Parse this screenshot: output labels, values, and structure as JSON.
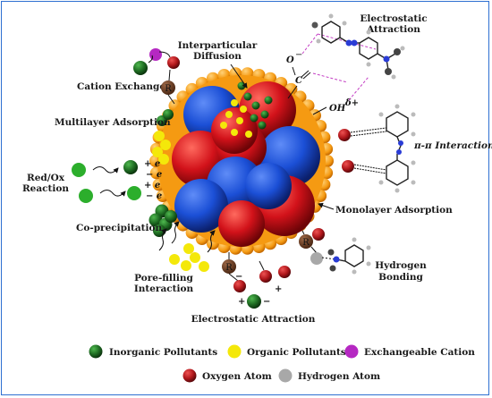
{
  "labels": {
    "interparticular_diffusion_1": "Interparticular",
    "interparticular_diffusion_2": "Diffusion",
    "electrostatic_top_1": "Electrostatic",
    "electrostatic_top_2": "Attraction",
    "cation_exchange": "Cation Exchange",
    "multilayer_adsorption": "Multilayer Adsorption",
    "pi_interaction": "π-π Interaction",
    "redox_1": "Red/Ox",
    "redox_2": "Reaction",
    "coprecipitation": "Co-precipitation",
    "monolayer_adsorption": "Monolayer Adsorption",
    "pore_filling_1": "Pore-filling",
    "pore_filling_2": "Interaction",
    "hydrogen_1": "Hydrogen",
    "hydrogen_2": "Bonding",
    "electrostatic_bottom": "Electrostatic Attraction"
  },
  "chem": {
    "o_minus": "O",
    "c": "C",
    "oh": "OH",
    "delta_plus": "δ+",
    "minus": "−",
    "r": "R",
    "plus_e": "+ e",
    "minus_e": "− e",
    "plus": "+",
    "minus_sign": "−"
  },
  "legend": {
    "inorganic": "Inorganic Pollutants",
    "organic": "Organic Pollutants",
    "exchangeable": "Exchangeable Cation",
    "oxygen": "Oxygen Atom",
    "hydrogen": "Hydrogen Atom"
  },
  "colors": {
    "inorganic": "#1e6b22",
    "organic": "#f4e80a",
    "exchangeable": "#b528c2",
    "oxygen": "#b0171b",
    "hydrogen": "#a8a8a8",
    "sphere_blue": "#1b4fd6",
    "sphere_red": "#d2121a",
    "surface_orange": "#f59a12",
    "border": "#2e6fd1"
  }
}
